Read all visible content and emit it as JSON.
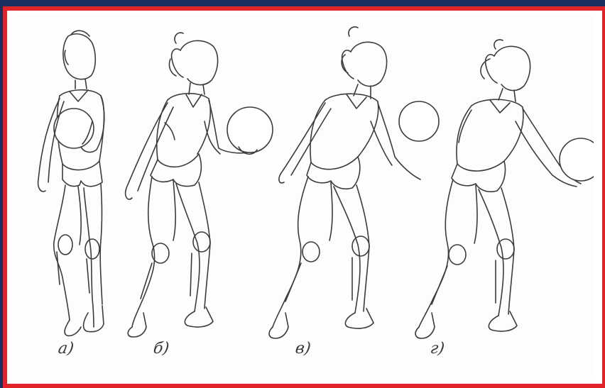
{
  "figure": {
    "labels": [
      "а)",
      "б)",
      "в)",
      "г)"
    ],
    "colors": {
      "background": "#1b2f5e",
      "border": "#e1242a",
      "paper": "#ffffff",
      "ink": "#3b3b3b"
    }
  }
}
